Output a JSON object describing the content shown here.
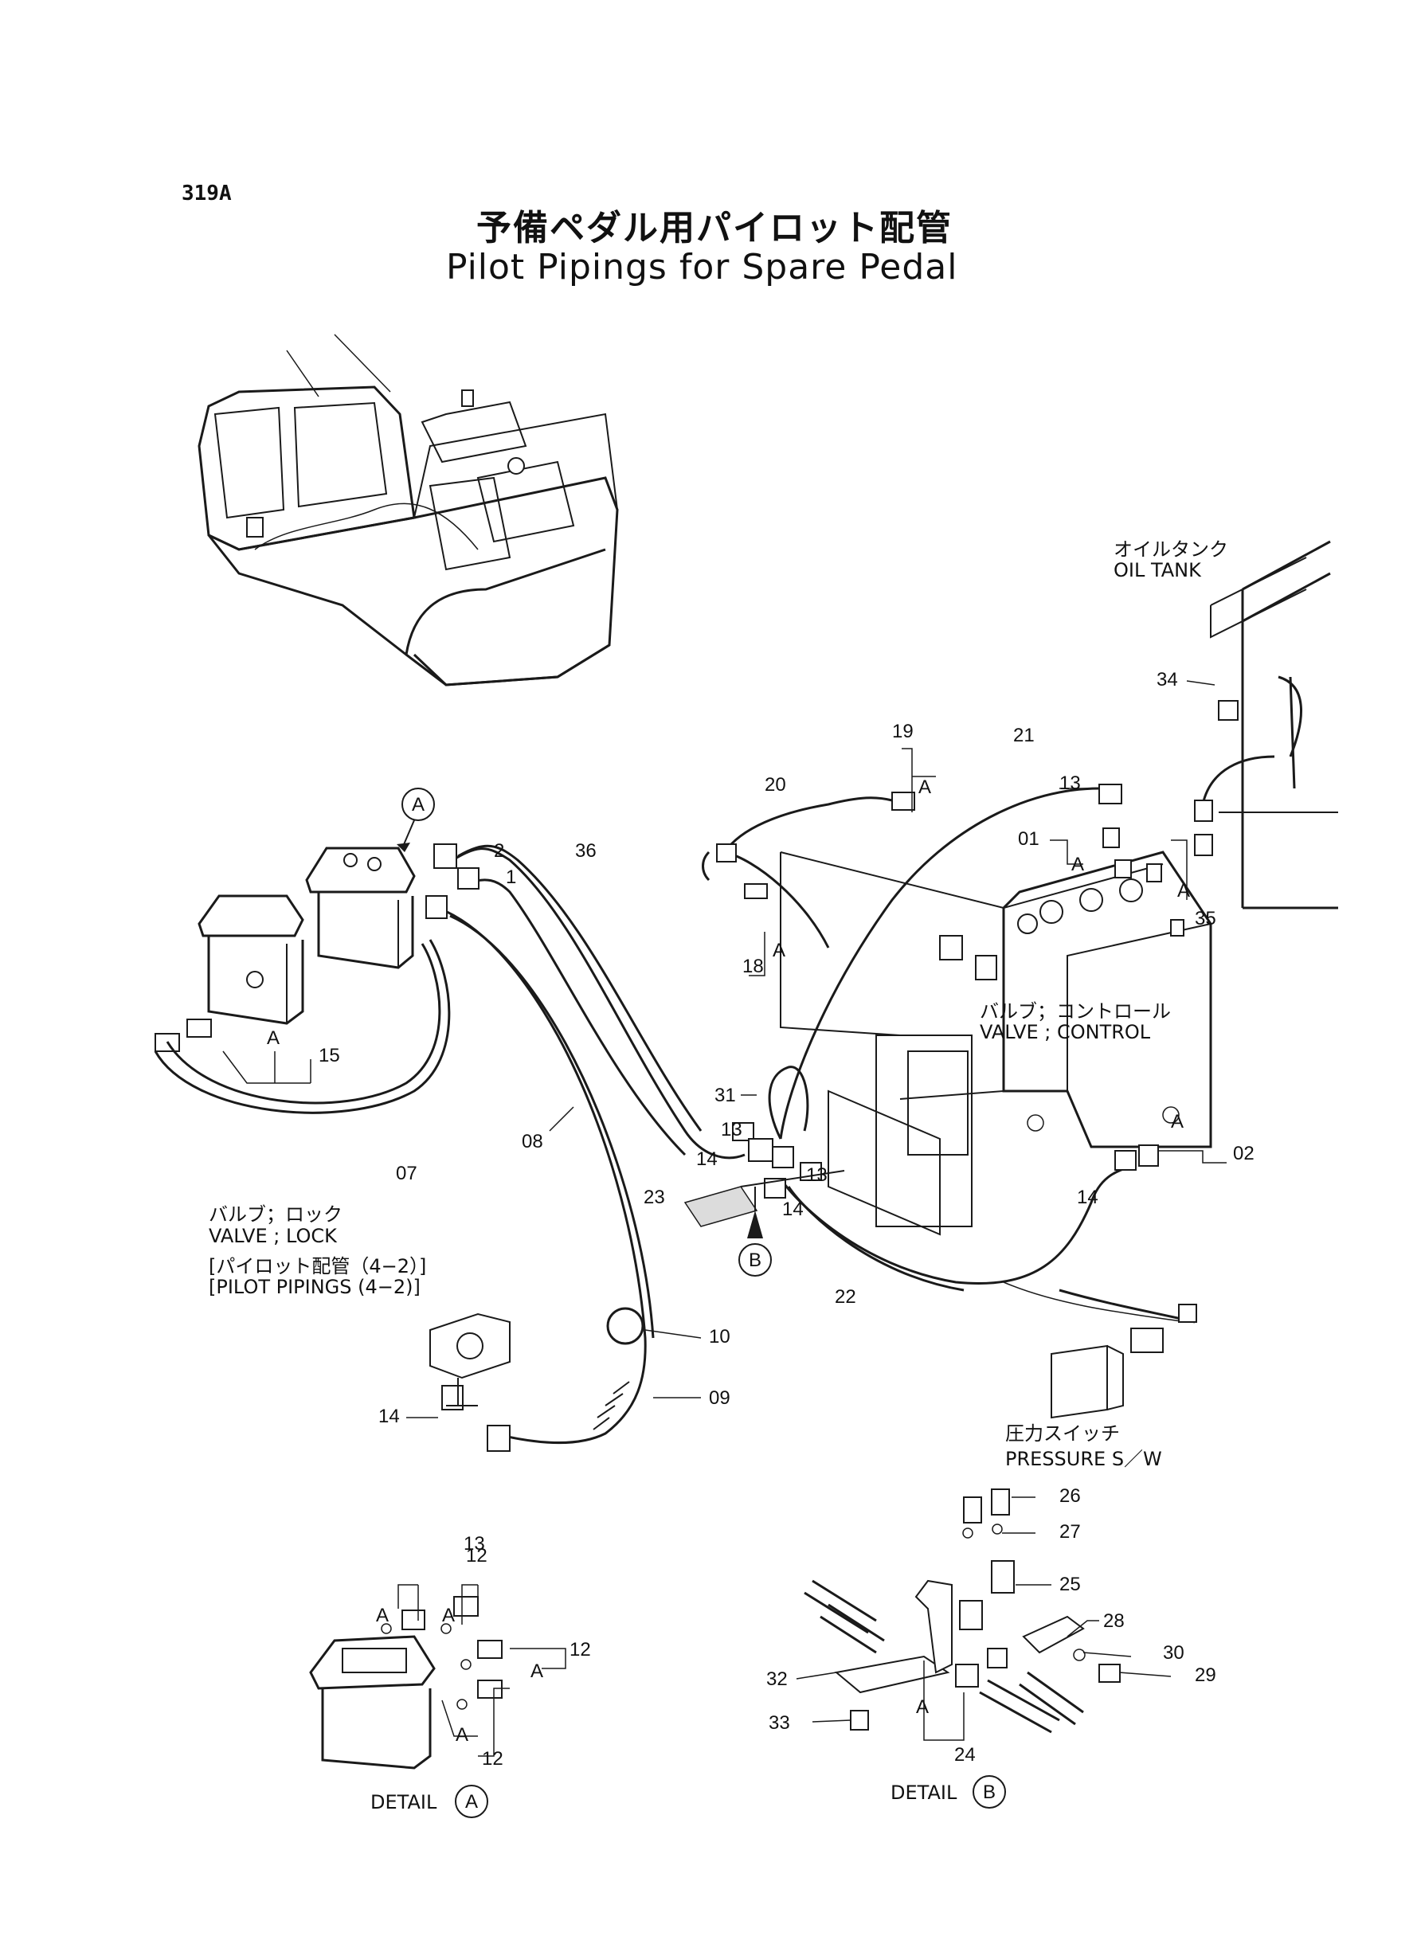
{
  "page_code": "319A",
  "title_jp": "予備ペダル用パイロット配管",
  "title_en": "Pilot Pipings for Spare Pedal",
  "components": {
    "oil_tank_jp": "オイルタンク",
    "oil_tank_en": "OIL TANK",
    "control_valve_jp": "バルブ；コントロール",
    "control_valve_en": "VALVE ; CONTROL",
    "lock_valve_jp": "バルブ；ロック",
    "lock_valve_en": "VALVE ; LOCK",
    "pilot_ref_jp": "パイロット配管（4−2）",
    "pilot_ref_en": "PILOT   PIPINGS (4−2)",
    "pressure_sw_jp": "圧力スイッチ",
    "pressure_sw_en": "PRESSURE S／W"
  },
  "callouts": {
    "a": "A",
    "b": "B"
  },
  "details": {
    "a_label": "DETAIL",
    "b_label": "DETAIL"
  },
  "part_numbers": {
    "p01": "01",
    "p02": "02",
    "p07": "07",
    "p08": "08",
    "p09": "09",
    "p1": "1",
    "p2": "2",
    "p10": "10",
    "p12": "12",
    "p13": "13",
    "p14": "14",
    "p15": "15",
    "p18": "18",
    "p19": "19",
    "p20": "20",
    "p21": "21",
    "p22": "22",
    "p23": "23",
    "p24": "24",
    "p25": "25",
    "p26": "26",
    "p27": "27",
    "p28": "28",
    "p29": "29",
    "p30": "30",
    "p31": "31",
    "p32": "32",
    "p33": "33",
    "p34": "34",
    "p35": "35",
    "p36": "36"
  },
  "colors": {
    "ink": "#1a1a1a",
    "paper": "#ffffff"
  }
}
